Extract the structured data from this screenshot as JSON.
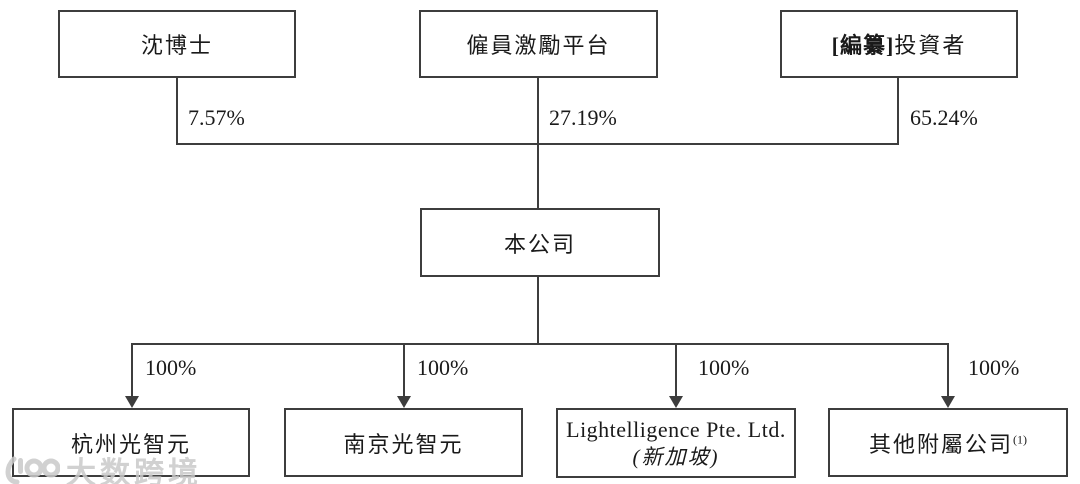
{
  "diagram_title": "corporate-structure-chart",
  "nodes": {
    "shareholders": [
      {
        "name": "沈博士",
        "ownership": "7.57%"
      },
      {
        "name": "僱員激勵平台",
        "ownership": "27.19%"
      },
      {
        "name_bold": "[編纂]",
        "name": "投資者",
        "ownership": "65.24%"
      }
    ],
    "company": {
      "name": "本公司"
    },
    "subsidiaries": [
      {
        "name": "杭州光智元",
        "ownership": "100%"
      },
      {
        "name": "南京光智元",
        "ownership": "100%"
      },
      {
        "name": "Lightelligence Pte. Ltd.",
        "subname": "(新加坡)",
        "ownership": "100%"
      },
      {
        "name": "其他附屬公司",
        "footnote_marker": "(1)",
        "ownership": "100%"
      }
    ]
  },
  "watermark": {
    "brand": "大数跨境",
    "logo": "100-glasses-logo"
  },
  "colors": {
    "line": "#3d3d3d",
    "text": "#1a1a1a",
    "background": "#ffffff",
    "watermark": "#c9c9c9"
  }
}
